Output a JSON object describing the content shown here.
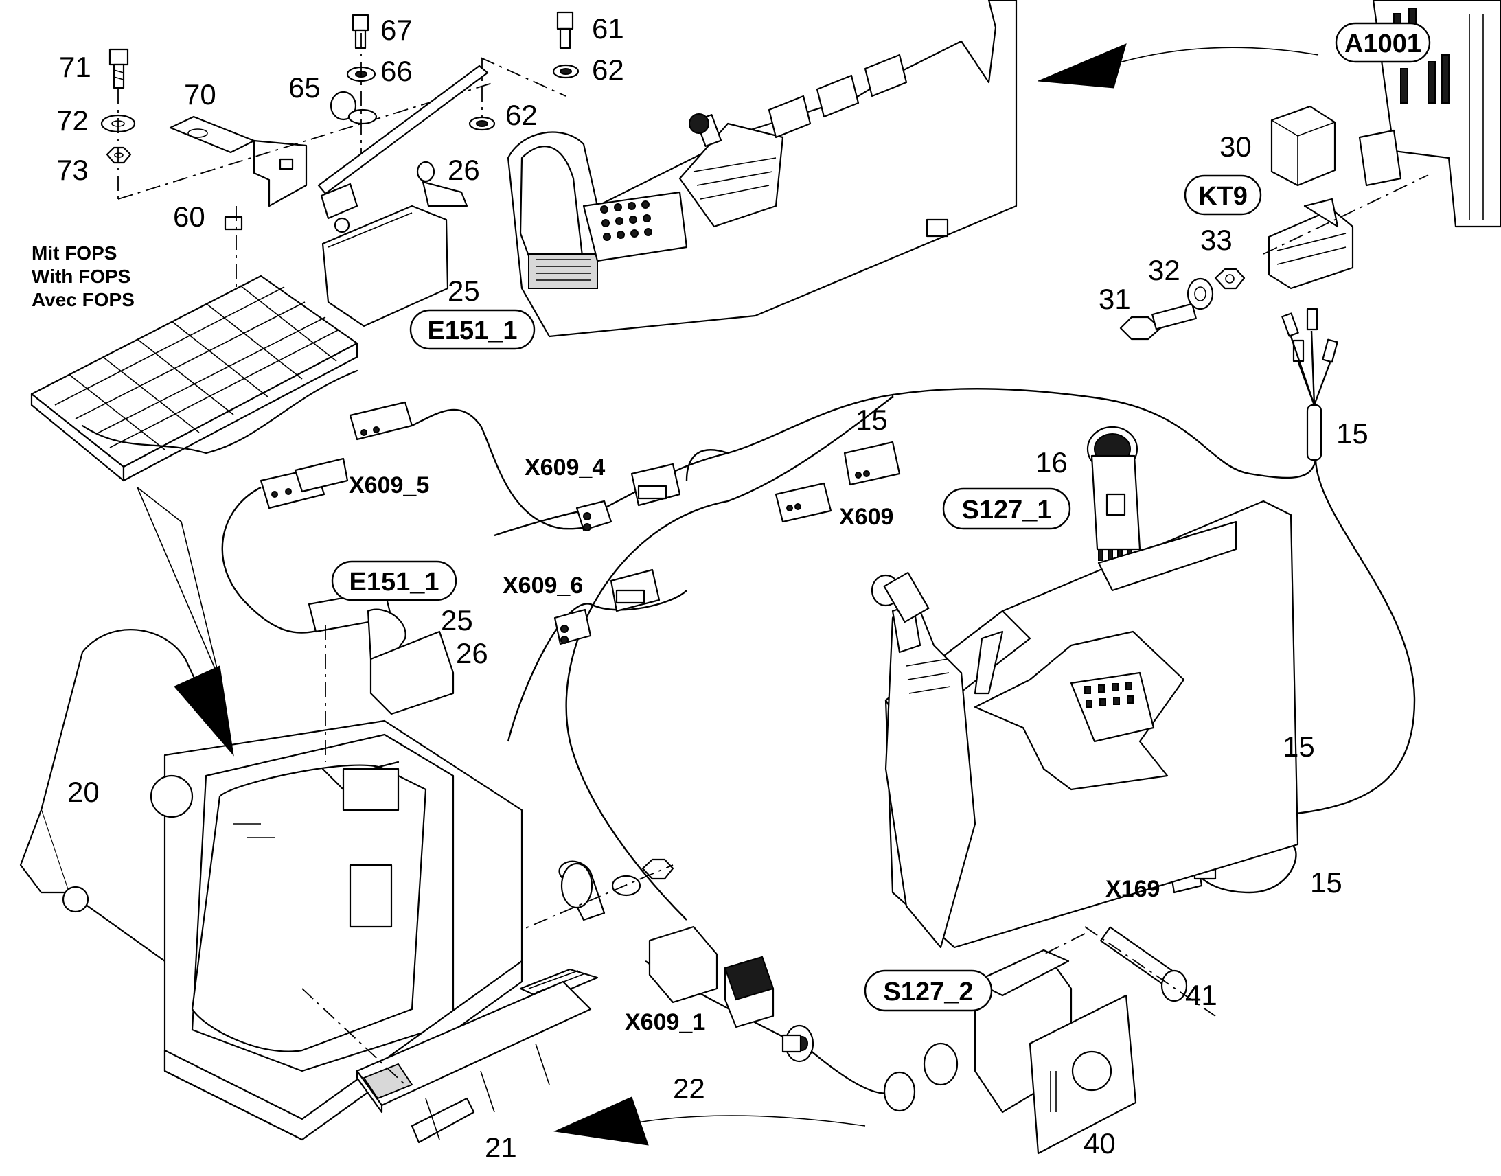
{
  "tags": {
    "e151_top": "E151_1",
    "e151_mid": "E151_1",
    "a1001": "A1001",
    "kt9": "KT9",
    "s127_1": "S127_1",
    "s127_2": "S127_2"
  },
  "connectors": {
    "x609_5": "X609_5",
    "x609_4": "X609_4",
    "x609_6": "X609_6",
    "x609": "X609",
    "x609_1": "X609_1",
    "x169": "X169"
  },
  "fops_note": [
    "Mit FOPS",
    "With FOPS",
    "Avec FOPS"
  ],
  "part_numbers": {
    "p71": "71",
    "p72": "72",
    "p73": "73",
    "p70": "70",
    "p60": "60",
    "p67": "67",
    "p66": "66",
    "p65": "65",
    "p61": "61",
    "p62a": "62",
    "p62b": "62",
    "p26a": "26",
    "p25a": "25",
    "p30": "30",
    "p33": "33",
    "p32": "32",
    "p31": "31",
    "p15a": "15",
    "p15b": "15",
    "p16": "16",
    "p15c": "15",
    "p15d": "15",
    "p25b": "25",
    "p26b": "26",
    "p20": "20",
    "p22": "22",
    "p21": "21",
    "p41": "41",
    "p40": "40"
  }
}
